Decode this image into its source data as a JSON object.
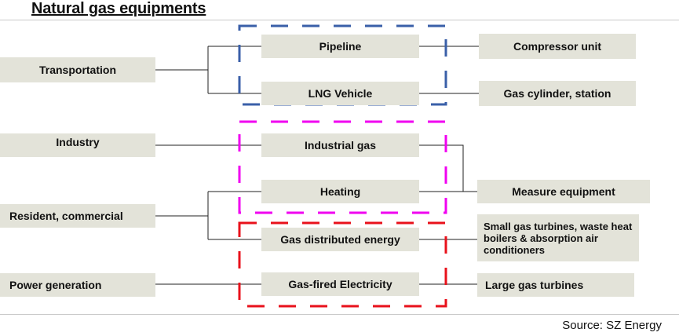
{
  "title": "Natural gas equipments",
  "source": "Source: SZ Energy",
  "sectors": {
    "transportation": "Transportation",
    "industry": "Industry",
    "resident": "Resident, commercial",
    "power": "Power generation"
  },
  "equipment": {
    "pipeline": "Pipeline",
    "lng_vehicle": "LNG Vehicle",
    "industrial_gas": "Industrial gas",
    "heating": "Heating",
    "distributed_energy": "Gas distributed energy",
    "gas_fired": "Gas-fired Electricity"
  },
  "outputs": {
    "compressor": "Compressor unit",
    "cylinder": "Gas cylinder, station",
    "measure": "Measure equipment",
    "small_turbines": "Small gas turbines, waste heat boilers & absorption air conditioners",
    "large_turbines": "Large gas turbines"
  },
  "colors": {
    "box_fill": "#e3e3d9",
    "group_transport": "#3a5fa8",
    "group_heat": "#f000f0",
    "group_power": "#e8111b"
  }
}
